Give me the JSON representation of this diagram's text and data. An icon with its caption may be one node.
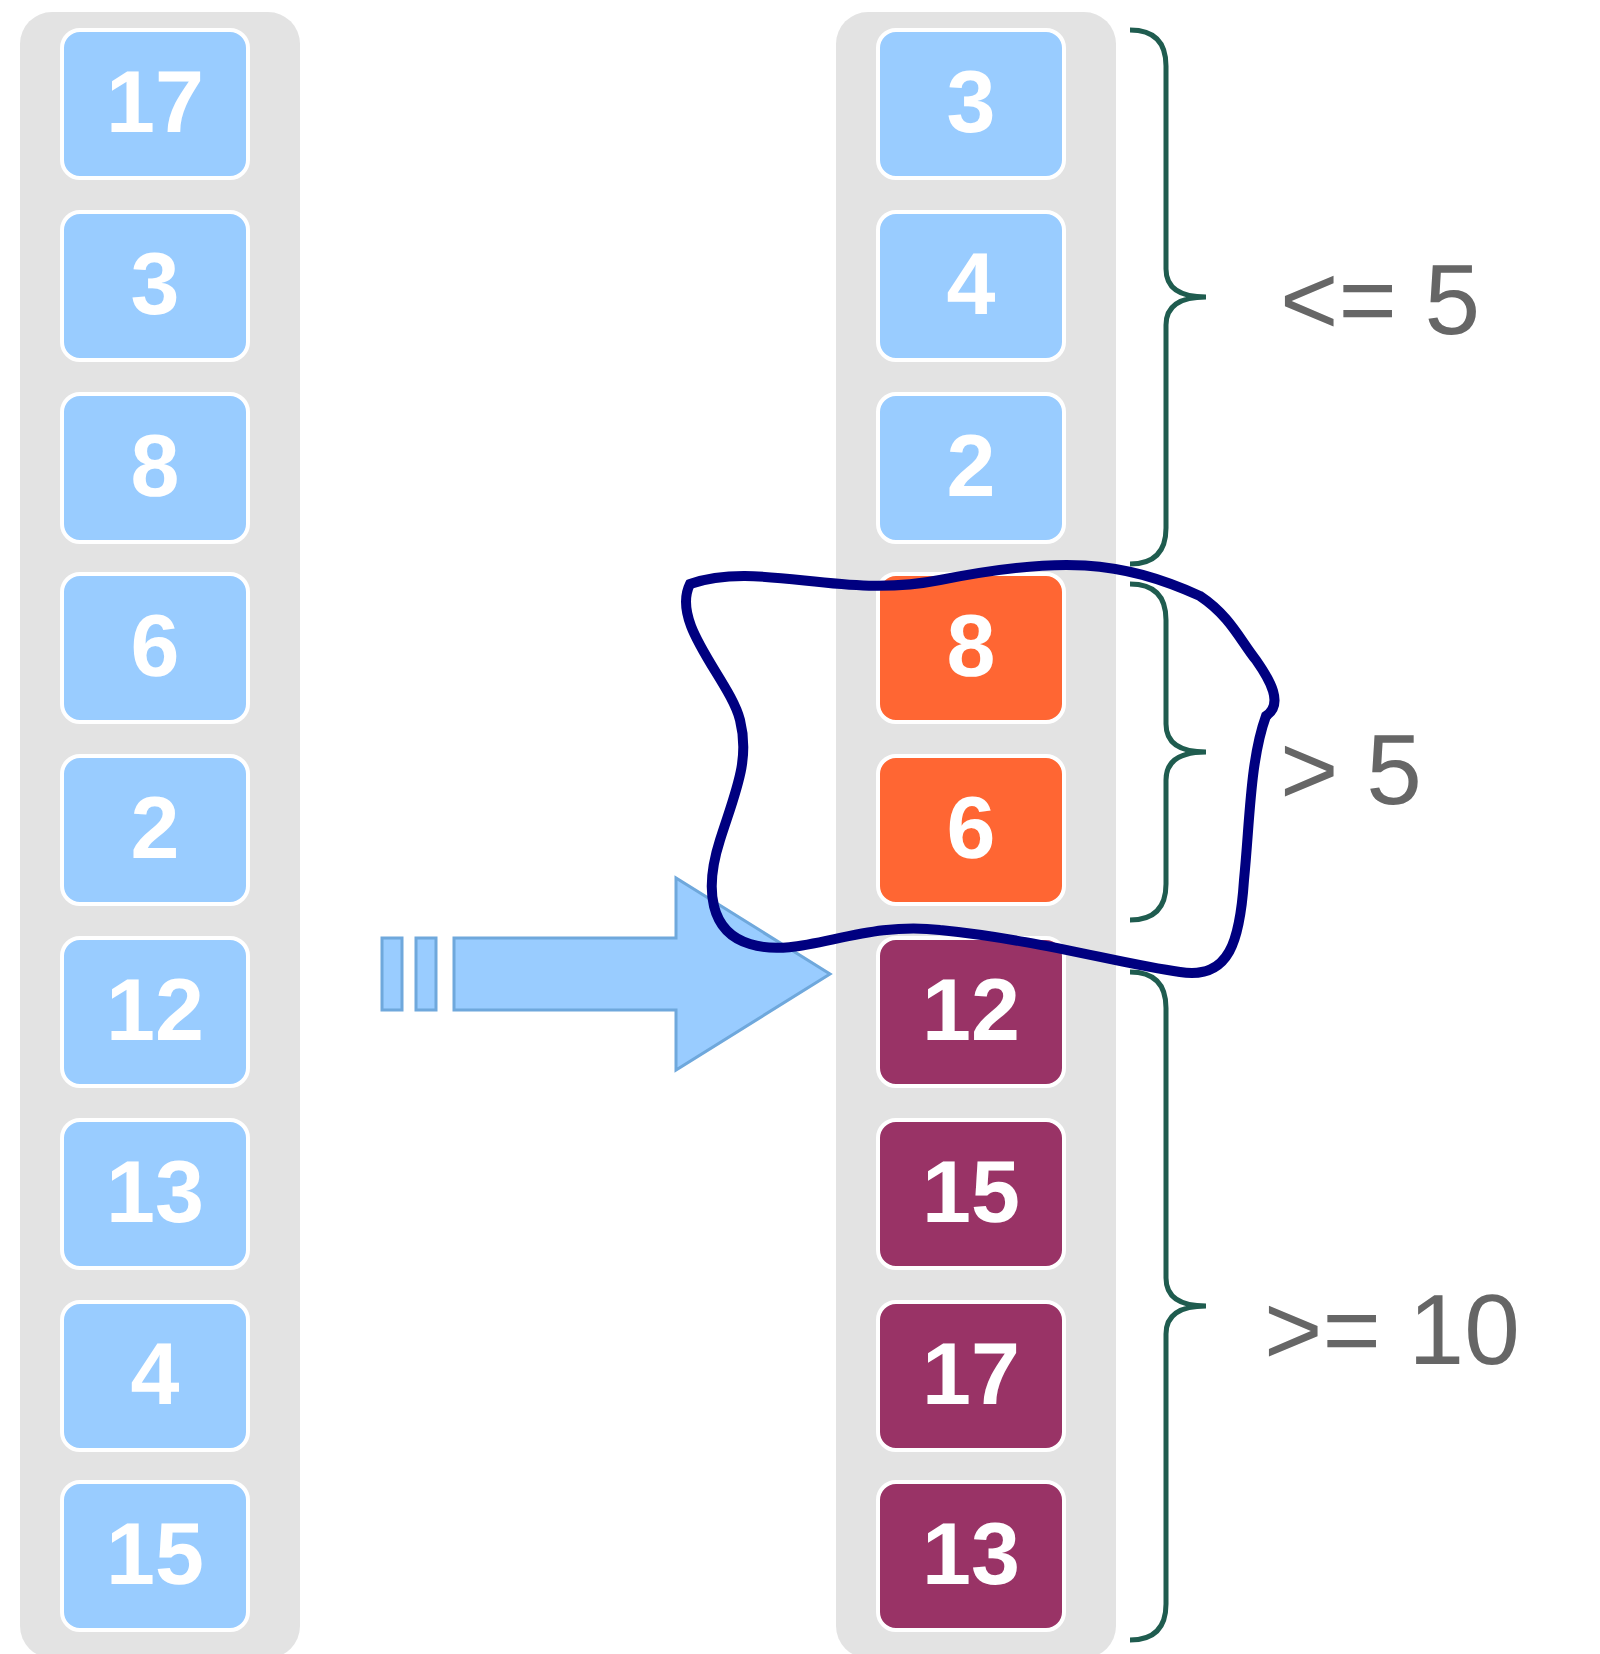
{
  "diagram": {
    "nodes": [
      {
        "text": [],
        "shape": "bar"
      },
      {
        "text": [
          "17"
        ],
        "in": 0
      },
      {
        "text": [
          "3"
        ],
        "in": 0
      },
      {
        "text": [
          "8"
        ],
        "in": 0
      },
      {
        "text": [
          "6"
        ],
        "in": 0
      },
      {
        "text": [
          "2"
        ],
        "in": 0
      },
      {
        "text": [
          "12"
        ],
        "in": 0
      },
      {
        "text": [
          "13"
        ],
        "in": 0
      },
      {
        "text": [
          "4"
        ],
        "in": 0
      },
      {
        "text": [
          "15"
        ],
        "in": 0
      },
      {
        "text": [],
        "shape": "bar"
      },
      {
        "text": [
          "3"
        ],
        "in": 10
      },
      {
        "text": [
          "4"
        ],
        "in": 10
      },
      {
        "text": [
          "2"
        ],
        "in": 10
      },
      {
        "text": [
          "8"
        ],
        "in": 10
      },
      {
        "text": [
          "6"
        ],
        "in": 10
      },
      {
        "text": [
          "12"
        ],
        "in": 10
      },
      {
        "text": [
          "15"
        ],
        "in": 10
      },
      {
        "text": [
          "17"
        ],
        "in": 10
      },
      {
        "text": [
          "13"
        ],
        "in": 10
      }
    ],
    "edges": [
      {
        "from": 0,
        "to": 10,
        "arrow": "to"
      }
    ],
    "labels": [
      "<= 5",
      "> 5",
      ">= 10"
    ]
  }
}
